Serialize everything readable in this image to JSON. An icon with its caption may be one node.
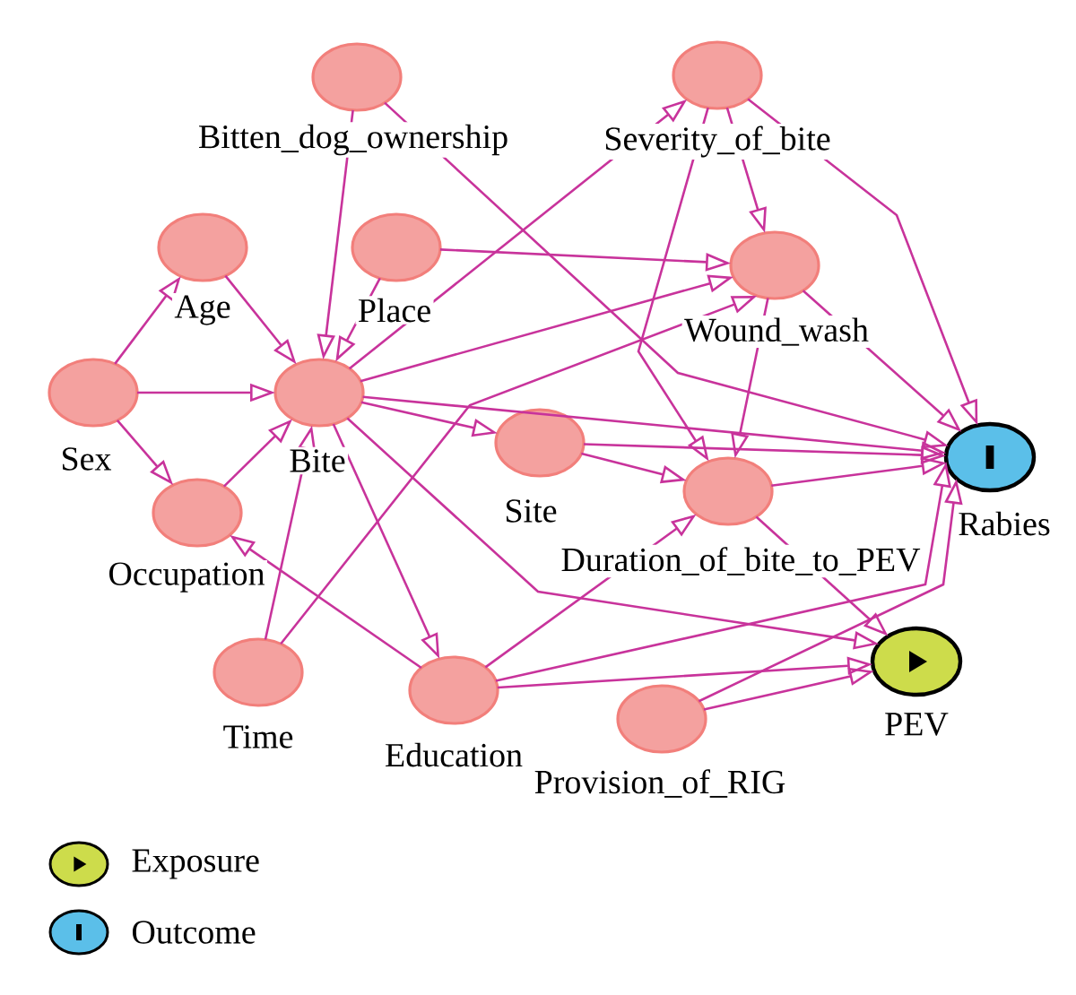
{
  "diagram": {
    "nodes": [
      {
        "text": [
          "Bitten_dog_ownership"
        ]
      },
      {
        "text": [
          "Severity_of_bite"
        ]
      },
      {
        "text": [
          "Age"
        ]
      },
      {
        "text": [
          "Place"
        ]
      },
      {
        "text": [
          "Wound_wash"
        ]
      },
      {
        "text": [
          "Sex"
        ]
      },
      {
        "text": [
          "Bite"
        ]
      },
      {
        "text": [
          "Site"
        ]
      },
      {
        "text": [
          "Rabies"
        ]
      },
      {
        "text": [
          "Duration_of_bite_to_PEV"
        ]
      },
      {
        "text": [
          "Occupation"
        ]
      },
      {
        "text": [
          "PEV"
        ]
      },
      {
        "text": [
          "Time"
        ]
      },
      {
        "text": [
          "Education"
        ]
      },
      {
        "text": [
          "Provision_of_RIG"
        ]
      }
    ],
    "edges": [
      {
        "from": 5,
        "to": 2,
        "arrow": "to"
      },
      {
        "from": 5,
        "to": 6,
        "arrow": "to"
      },
      {
        "from": 5,
        "to": 10,
        "arrow": "to"
      },
      {
        "from": 2,
        "to": 6,
        "arrow": "to"
      },
      {
        "from": 0,
        "to": 6,
        "arrow": "to"
      },
      {
        "from": 0,
        "to": 8,
        "arrow": "to"
      },
      {
        "from": 3,
        "to": 6,
        "arrow": "to"
      },
      {
        "from": 3,
        "to": 4,
        "arrow": "to"
      },
      {
        "from": 6,
        "to": 1,
        "arrow": "to"
      },
      {
        "from": 1,
        "to": 4,
        "arrow": "to"
      },
      {
        "from": 1,
        "to": 9,
        "arrow": "to"
      },
      {
        "from": 1,
        "to": 8,
        "arrow": "to"
      },
      {
        "from": 4,
        "to": 9,
        "arrow": "to"
      },
      {
        "from": 4,
        "to": 8,
        "arrow": "to"
      },
      {
        "from": 10,
        "to": 6,
        "arrow": "to"
      },
      {
        "from": 12,
        "to": 6,
        "arrow": "to"
      },
      {
        "from": 12,
        "to": 4,
        "arrow": "to"
      },
      {
        "from": 6,
        "to": 4,
        "arrow": "to"
      },
      {
        "from": 6,
        "to": 7,
        "arrow": "to"
      },
      {
        "from": 6,
        "to": 8,
        "arrow": "to"
      },
      {
        "from": 6,
        "to": 11,
        "arrow": "to"
      },
      {
        "from": 6,
        "to": 13,
        "arrow": "to"
      },
      {
        "from": 7,
        "to": 9,
        "arrow": "to"
      },
      {
        "from": 7,
        "to": 8,
        "arrow": "to"
      },
      {
        "from": 9,
        "to": 8,
        "arrow": "to"
      },
      {
        "from": 9,
        "to": 11,
        "arrow": "to"
      },
      {
        "from": 13,
        "to": 10,
        "arrow": "to"
      },
      {
        "from": 13,
        "to": 9,
        "arrow": "to"
      },
      {
        "from": 13,
        "to": 8,
        "arrow": "to"
      },
      {
        "from": 13,
        "to": 11,
        "arrow": "to"
      },
      {
        "from": 14,
        "to": 11,
        "arrow": "to"
      },
      {
        "from": 14,
        "to": 8,
        "arrow": "to"
      }
    ],
    "legend": [
      {
        "text": "Exposure",
        "color": "#cddc4b"
      },
      {
        "text": "Outcome",
        "color": "#5bbfe9"
      }
    ]
  }
}
